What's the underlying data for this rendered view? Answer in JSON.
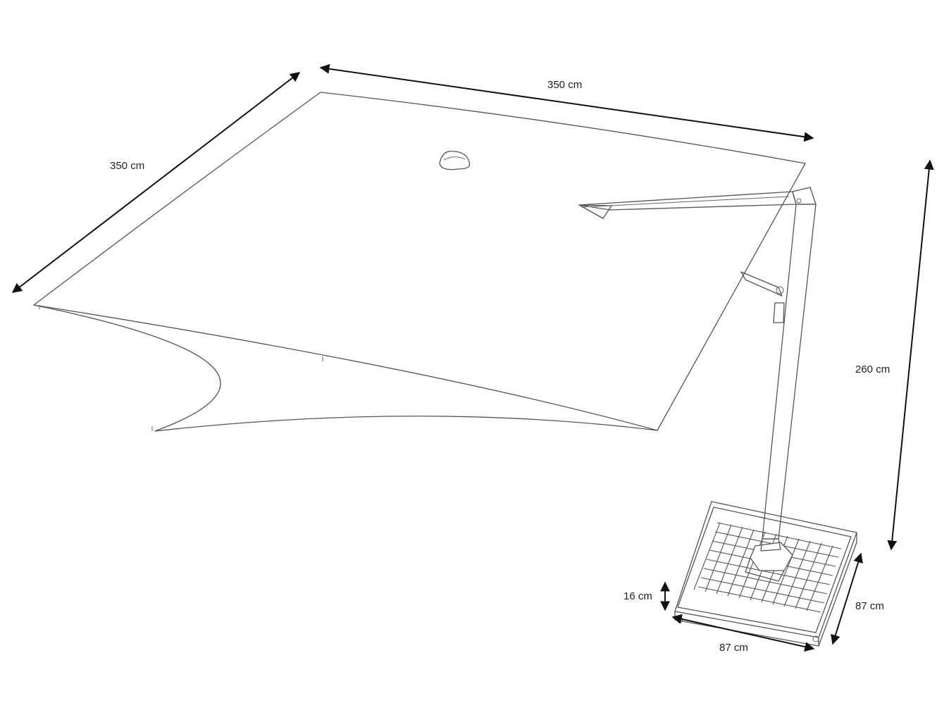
{
  "dimensions": {
    "canopy_length": "350 cm",
    "canopy_width": "350 cm",
    "height": "260 cm",
    "base_height": "16 cm",
    "base_depth": "87 cm",
    "base_width": "87 cm"
  },
  "colors": {
    "line": "#555555",
    "arrow": "#111111",
    "text": "#222222",
    "background": "#ffffff"
  }
}
